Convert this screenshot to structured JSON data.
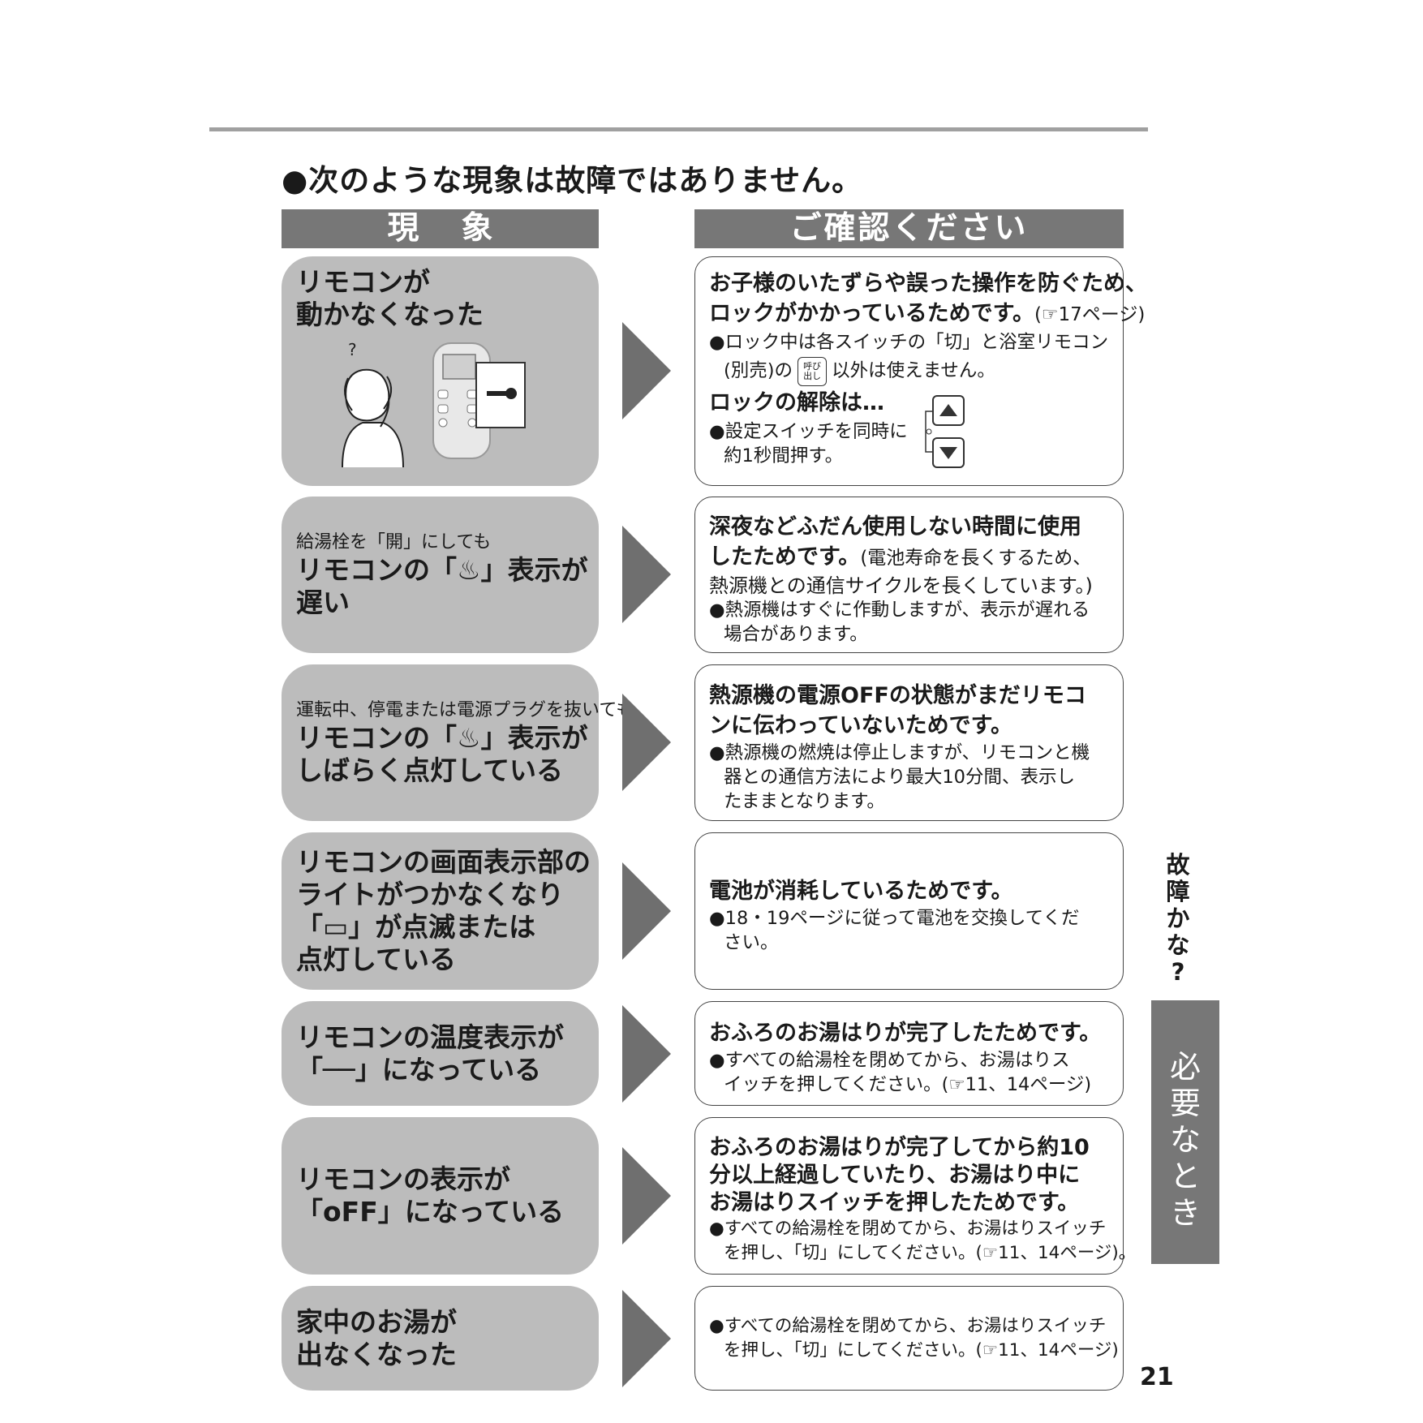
{
  "intro": "●次のような現象は故障ではありません。",
  "headers": {
    "symptom": "現象",
    "check": "ご確認ください"
  },
  "side": {
    "question": [
      "故",
      "障",
      "か",
      "な",
      "?"
    ],
    "section": [
      "必",
      "要",
      "な",
      "と",
      "き"
    ]
  },
  "page_number": "21",
  "rows": [
    {
      "symptom_big": [
        "リモコンが",
        "動かなくなった"
      ],
      "answer_head": [
        "お子様のいたずらや誤った操作を防ぐため、",
        "ロックがかかっているためです。"
      ],
      "answer_head_note": "(☞17ページ)",
      "bullets": [
        "●ロック中は各スイッチの「切」と浴室リモコン",
        "(別売)の",
        "以外は使えません。"
      ],
      "call_button_label": [
        "呼び",
        "出し"
      ],
      "unlock_title": "ロックの解除は…",
      "unlock_bullets": [
        "●設定スイッチを同時に",
        "約1秒間押す。"
      ]
    },
    {
      "symptom_small": "給湯栓を「開」にしても",
      "symptom_big": [
        "リモコンの「♨」表示が",
        "遅い"
      ],
      "answer_head": [
        "深夜などふだん使用しない時間に使用",
        "したためです。"
      ],
      "answer_head_note": "(電池寿命を長くするため、",
      "answer_lines": [
        "熱源機との通信サイクルを長くしています。)"
      ],
      "bullets": [
        "●熱源機はすぐに作動しますが、表示が遅れる",
        "場合があります。"
      ]
    },
    {
      "symptom_small": "運転中、停電または電源プラグを抜いても",
      "symptom_big": [
        "リモコンの「♨」表示が",
        "しばらく点灯している"
      ],
      "answer_head": [
        "熱源機の電源OFFの状態がまだリモコ",
        "ンに伝わっていないためです。"
      ],
      "bullets": [
        "●熱源機の燃焼は停止しますが、リモコンと機",
        "器との通信方法により最大10分間、表示し",
        "たままとなります。"
      ]
    },
    {
      "symptom_big": [
        "リモコンの画面表示部の",
        "ライトがつかなくなり",
        "「▭」が点滅または",
        "点灯している"
      ],
      "answer_head": [
        "電池が消耗しているためです。"
      ],
      "bullets": [
        "●18・19ページに従って電池を交換してくだ",
        "さい。"
      ]
    },
    {
      "symptom_big": [
        "リモコンの温度表示が",
        "「──」になっている"
      ],
      "answer_head": [
        "おふろのお湯はりが完了したためです。"
      ],
      "bullets": [
        "●すべての給湯栓を閉めてから、お湯はりス",
        "イッチを押してください。(☞11、14ページ)"
      ]
    },
    {
      "symptom_big": [
        "リモコンの表示が",
        "「oFF」になっている"
      ],
      "answer_head": [
        "おふろのお湯はりが完了してから約10",
        "分以上経過していたり、お湯はり中に",
        "お湯はりスイッチを押したためです。"
      ],
      "bullets": [
        "●すべての給湯栓を閉めてから、お湯はりスイッチ",
        "を押し、「切」にしてください。(☞11、14ページ)。"
      ]
    },
    {
      "symptom_big": [
        "家中のお湯が",
        "出なくなった"
      ],
      "bullets": [
        "●すべての給湯栓を閉めてから、お湯はりスイッチ",
        "を押し、「切」にしてください。(☞11、14ページ)"
      ]
    }
  ]
}
